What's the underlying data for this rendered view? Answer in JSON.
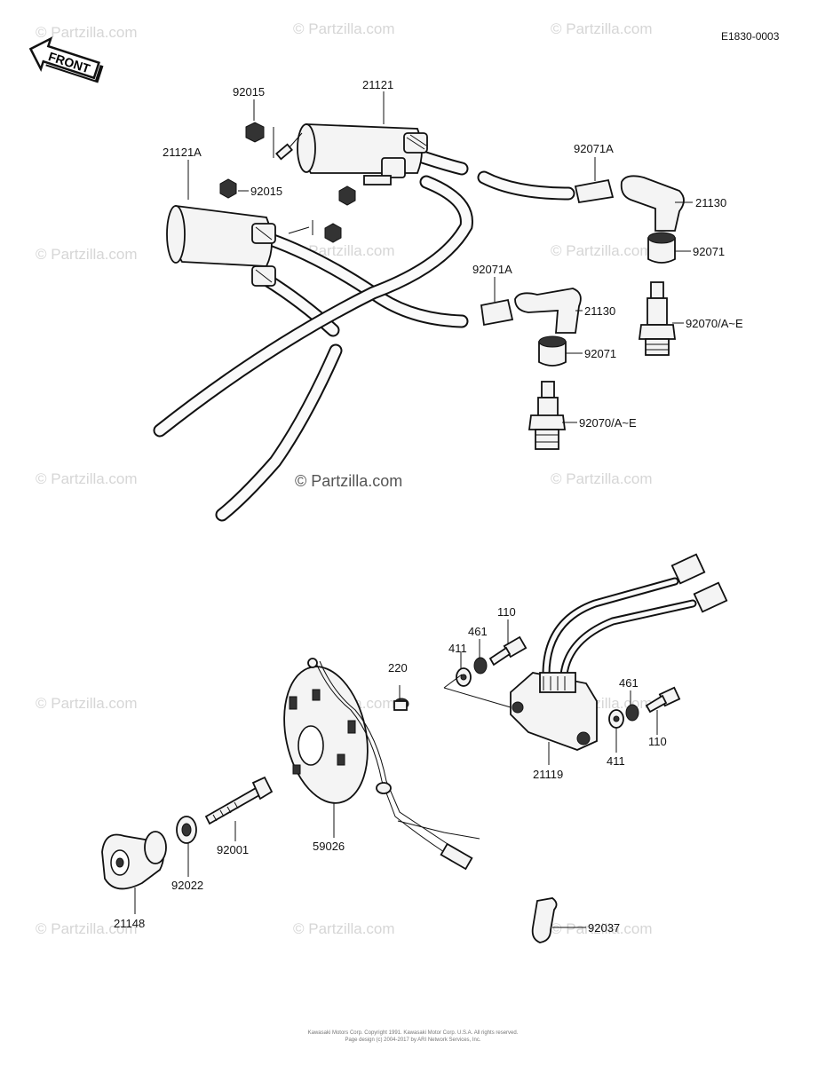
{
  "figure_code": "E1830-0003",
  "front_label": "FRONT",
  "watermark": "© Partzilla.com",
  "footer": {
    "line1": "Kawasaki Motors Corp. Copyright 1991. Kawasaki Motor Corp. U.S.A. All rights reserved.",
    "line2": "Page design (c) 2004-2017 by ARI Network Services, Inc."
  },
  "callouts": {
    "p21121": "21121",
    "p92015_top": "92015",
    "p21121a": "21121A",
    "p92015_mid": "92015",
    "p92071a_top": "92071A",
    "p21130_top": "21130",
    "p92071_top": "92071",
    "p92071a_mid": "92071A",
    "p21130_mid": "21130",
    "p92070_right": "92070/A~E",
    "p92071_mid": "92071",
    "p92070_mid": "92070/A~E",
    "p110_top": "110",
    "p461_top": "461",
    "p411_top": "411",
    "p220": "220",
    "p461_right": "461",
    "p110_right": "110",
    "p411_right": "411",
    "p21119": "21119",
    "p92001": "92001",
    "p59026": "59026",
    "p92022": "92022",
    "p21148": "21148",
    "p92037": "92037"
  }
}
